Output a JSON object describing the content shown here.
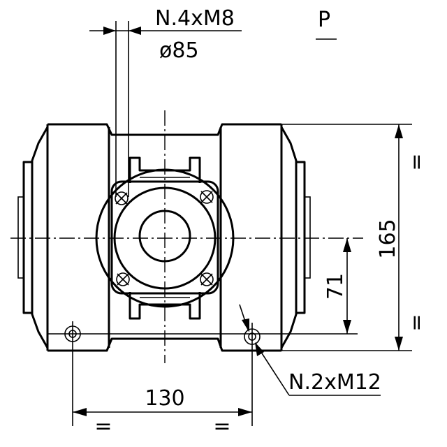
{
  "view": {
    "label": "P"
  },
  "callouts": {
    "flange_bolts": "N.4xM8",
    "flange_diameter": "ø85",
    "foot_bolts": "N.2xM12"
  },
  "dimensions": {
    "height": "165",
    "shaft_height": "71",
    "foot_spacing": "130",
    "equal_mark": "="
  }
}
